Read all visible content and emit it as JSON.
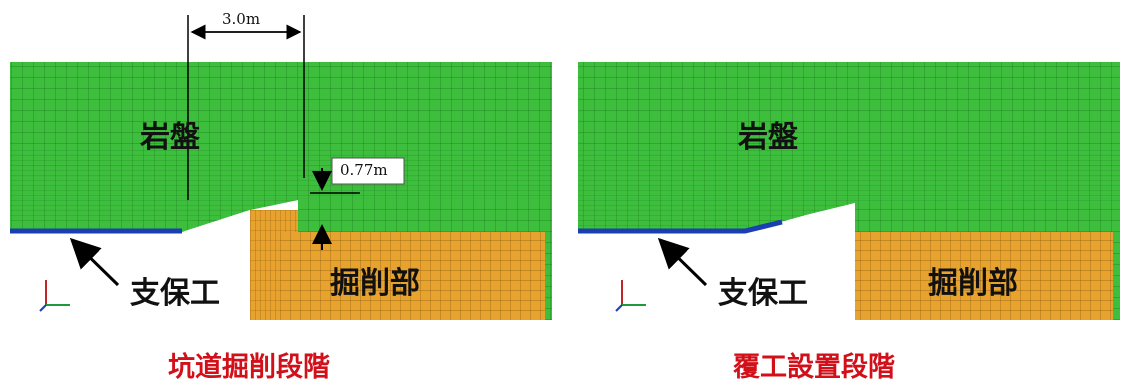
{
  "colors": {
    "rock": "#3dbf3d",
    "rock_mesh": "#1a7a1a",
    "excavation": "#e8a32e",
    "excavation_mesh": "#8a5a10",
    "support": "#1b3fb0",
    "caption": "#d1101a"
  },
  "left_panel": {
    "rock_label": "岩盤",
    "excavation_label": "掘削部",
    "support_label": "支保工",
    "dimension_width": "3.0m",
    "dimension_height": "0.77m",
    "caption": "坑道掘削段階"
  },
  "right_panel": {
    "rock_label": "岩盤",
    "excavation_label": "掘削部",
    "support_label": "支保工",
    "caption": "覆工設置段階"
  }
}
